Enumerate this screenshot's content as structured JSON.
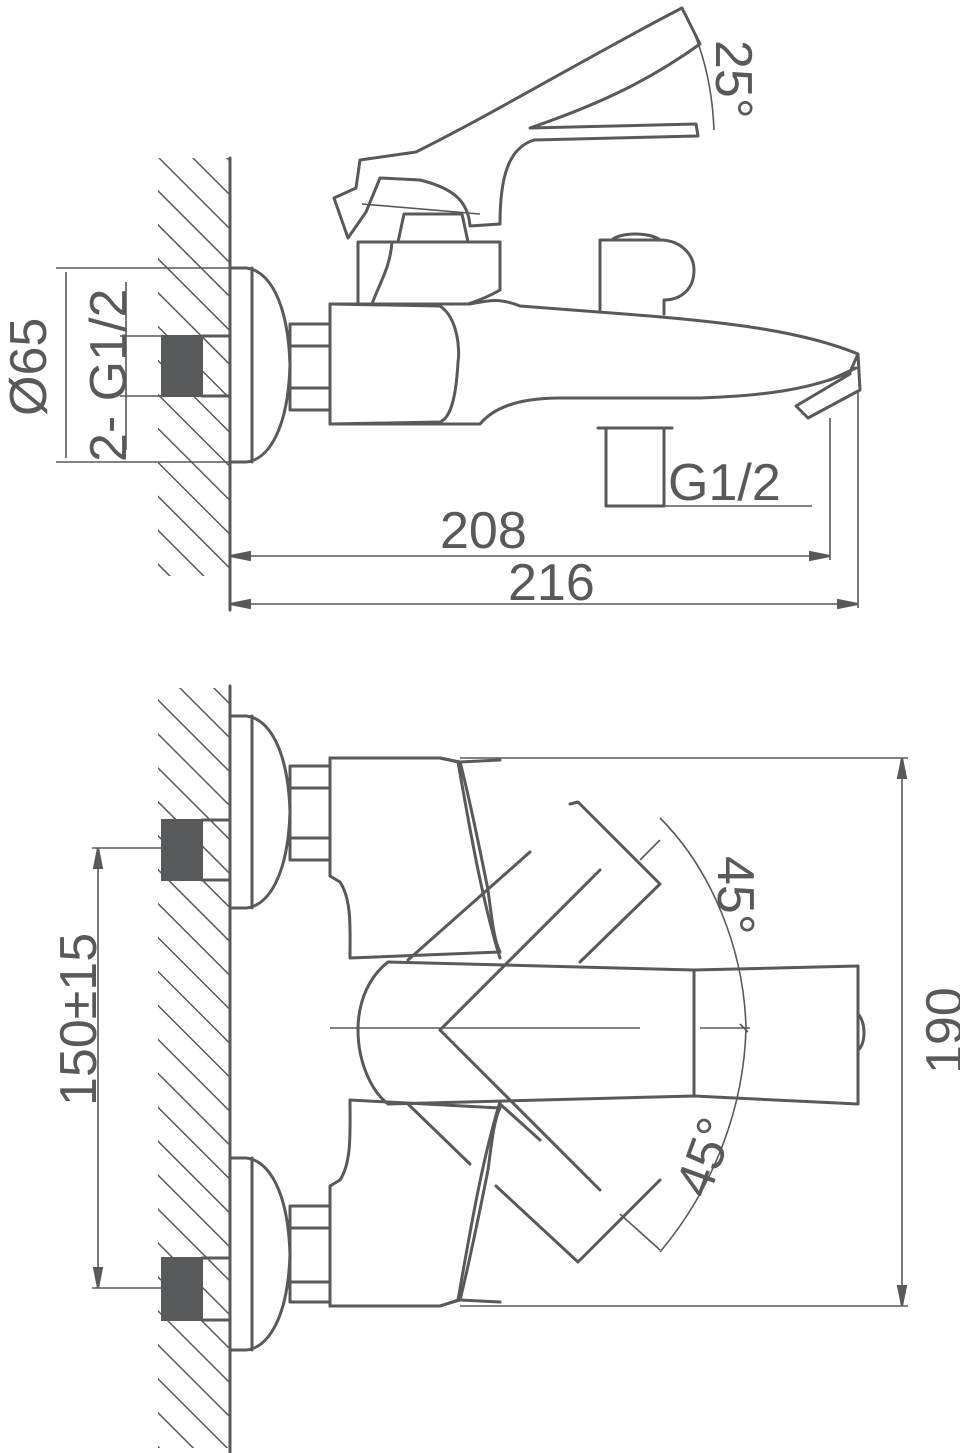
{
  "side_view": {
    "dimensions": {
      "angle_lever": "25°",
      "diameter": "Ø65",
      "inlet_thread": "2- G1/2",
      "outlet_thread": "G1/2",
      "length_inner": "208",
      "length_outer": "216"
    }
  },
  "top_view": {
    "dimensions": {
      "angle_upper": "45°",
      "angle_lower": "45°",
      "center_distance": "150±15",
      "width": "190"
    }
  }
}
